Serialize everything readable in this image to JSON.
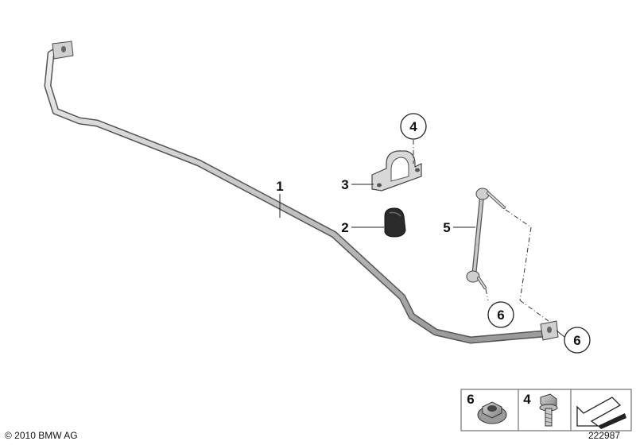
{
  "callouts": {
    "part1": "1",
    "part2": "2",
    "part3": "3",
    "part4_top": "4",
    "part5": "5",
    "part6_link": "6",
    "part6_bar": "6"
  },
  "legend": {
    "item6": "6",
    "item4": "4"
  },
  "footer": {
    "copyright": "© 2010 BMW AG",
    "doc_number": "222987"
  }
}
